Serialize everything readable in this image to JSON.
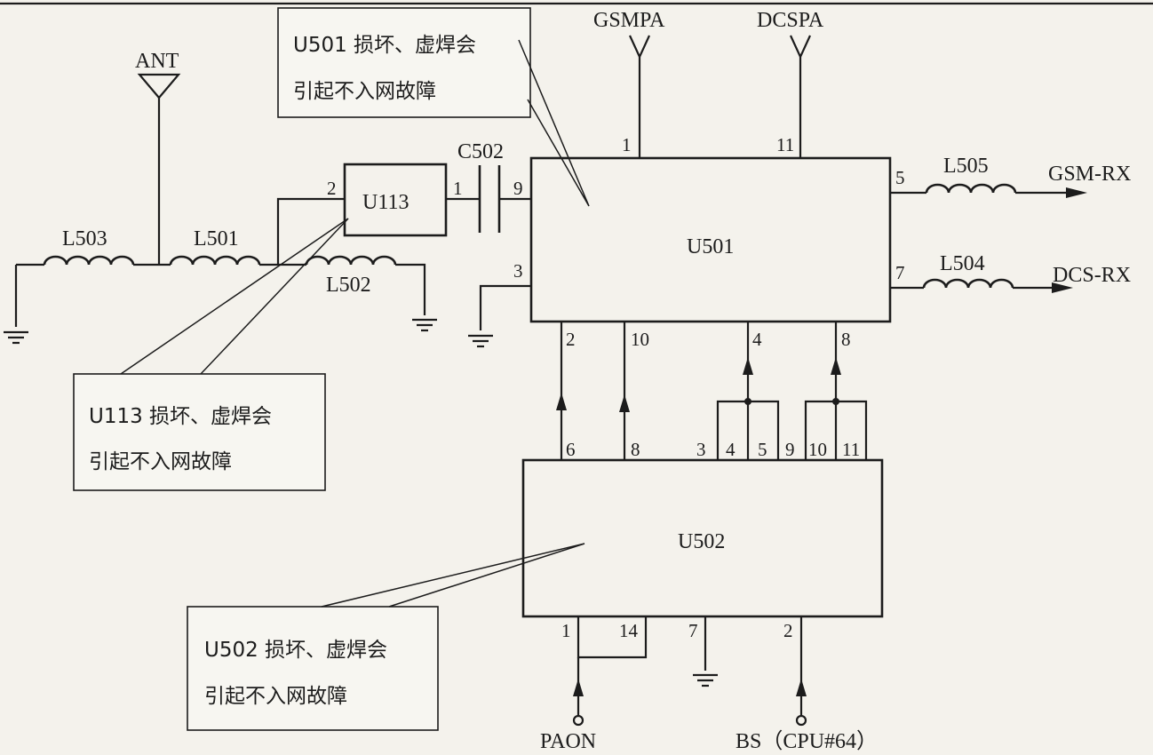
{
  "components": {
    "ant": "ANT",
    "gsmpa": "GSMPA",
    "dcspa": "DCSPA",
    "c502": "C502",
    "u113": "U113",
    "u501": "U501",
    "u502": "U502",
    "l501": "L501",
    "l502": "L502",
    "l503": "L503",
    "l504": "L504",
    "l505": "L505"
  },
  "outputs": {
    "gsm_rx": "GSM-RX",
    "dcs_rx": "DCS-RX"
  },
  "inputs": {
    "paon": "PAON",
    "bs": "BS（CPU#64）"
  },
  "pins": {
    "u113_2": "2",
    "u113_1": "1",
    "u501_9": "9",
    "u501_1": "1",
    "u501_11": "11",
    "u501_5": "5",
    "u501_7": "7",
    "u501_3": "3",
    "u501_2": "2",
    "u501_10": "10",
    "u501_4": "4",
    "u501_8": "8",
    "u502_6": "6",
    "u502_8": "8",
    "u502_3": "3",
    "u502_4": "4",
    "u502_5": "5",
    "u502_9": "9",
    "u502_10": "10",
    "u502_11": "11",
    "u502_1": "1",
    "u502_14": "14",
    "u502_7": "7",
    "u502_2": "2"
  },
  "notes": {
    "u501": {
      "line1": "U501 损坏、虚焊会",
      "line2": "引起不入网故障"
    },
    "u113": {
      "line1": "U113 损坏、虚焊会",
      "line2": "引起不入网故障"
    },
    "u502": {
      "line1": "U502 损坏、虚焊会",
      "line2": "引起不入网故障"
    }
  }
}
